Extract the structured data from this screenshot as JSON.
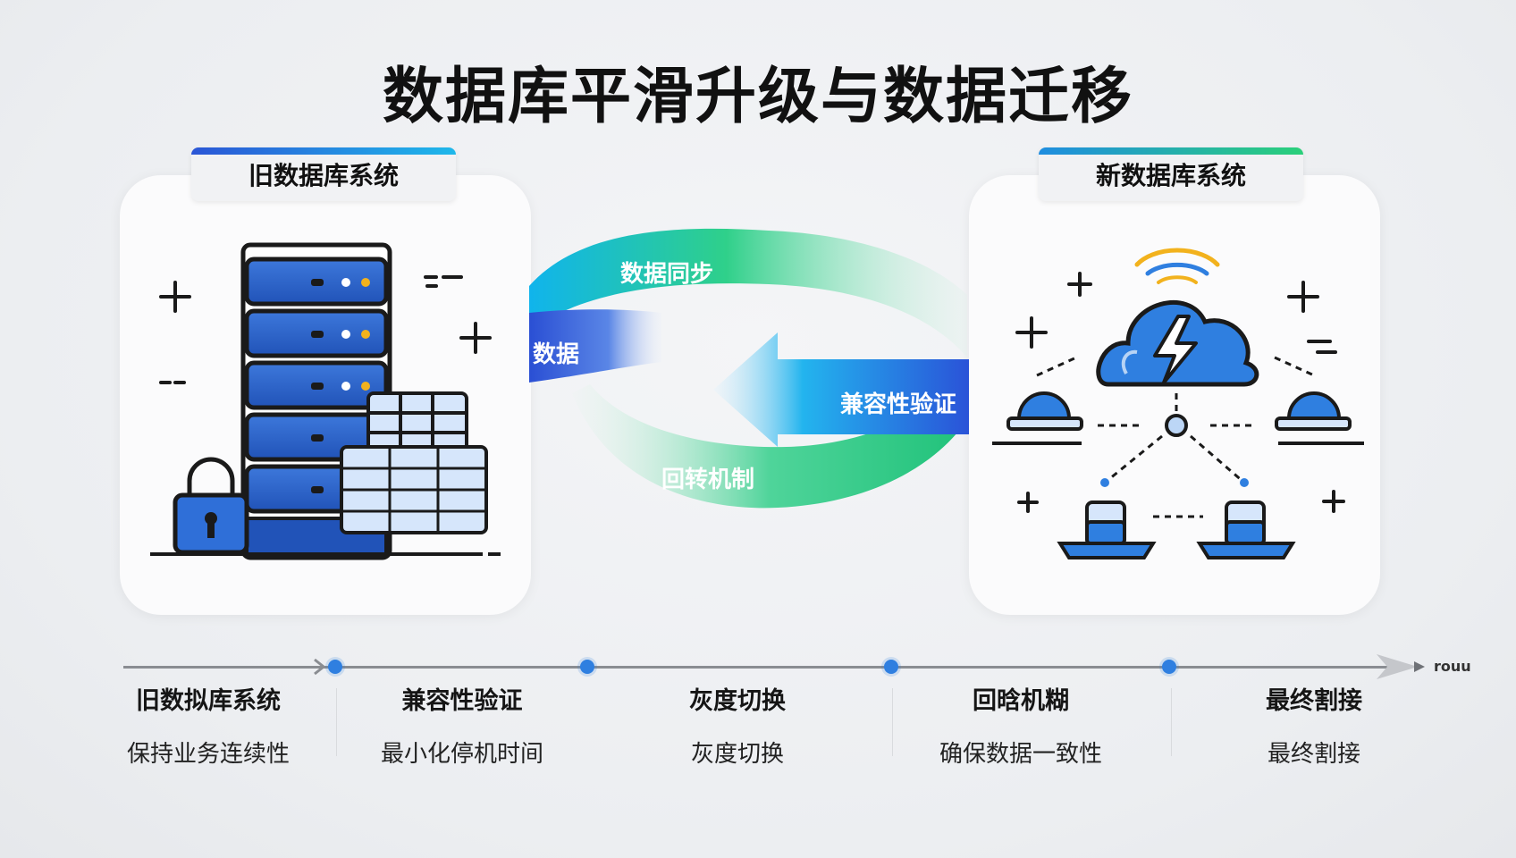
{
  "title": "数据库平滑升级与数据迁移",
  "old_system": {
    "label": "旧数据库系统"
  },
  "new_system": {
    "label": "新数据库系统"
  },
  "flow": {
    "sync": "数据同步",
    "data": "数据",
    "verify": "兼容性验证",
    "rollback": "回转机制"
  },
  "timeline": {
    "end_label": "rouu",
    "steps": [
      {
        "title": "旧数拟库系统",
        "subtitle": "保持业务连续性"
      },
      {
        "title": "兼容性验证",
        "subtitle": "最小化停机时间"
      },
      {
        "title": "灰度切换",
        "subtitle": "灰度切换"
      },
      {
        "title": "回晗机糊",
        "subtitle": "确保数据一致性"
      },
      {
        "title": "最终割接",
        "subtitle": "最终割接"
      }
    ]
  },
  "colors": {
    "primary_blue": "#2b63d9",
    "light_blue": "#d6e6fb",
    "green": "#22c27a",
    "cyan": "#12bde8",
    "timeline_dot": "#2f7fe0"
  }
}
